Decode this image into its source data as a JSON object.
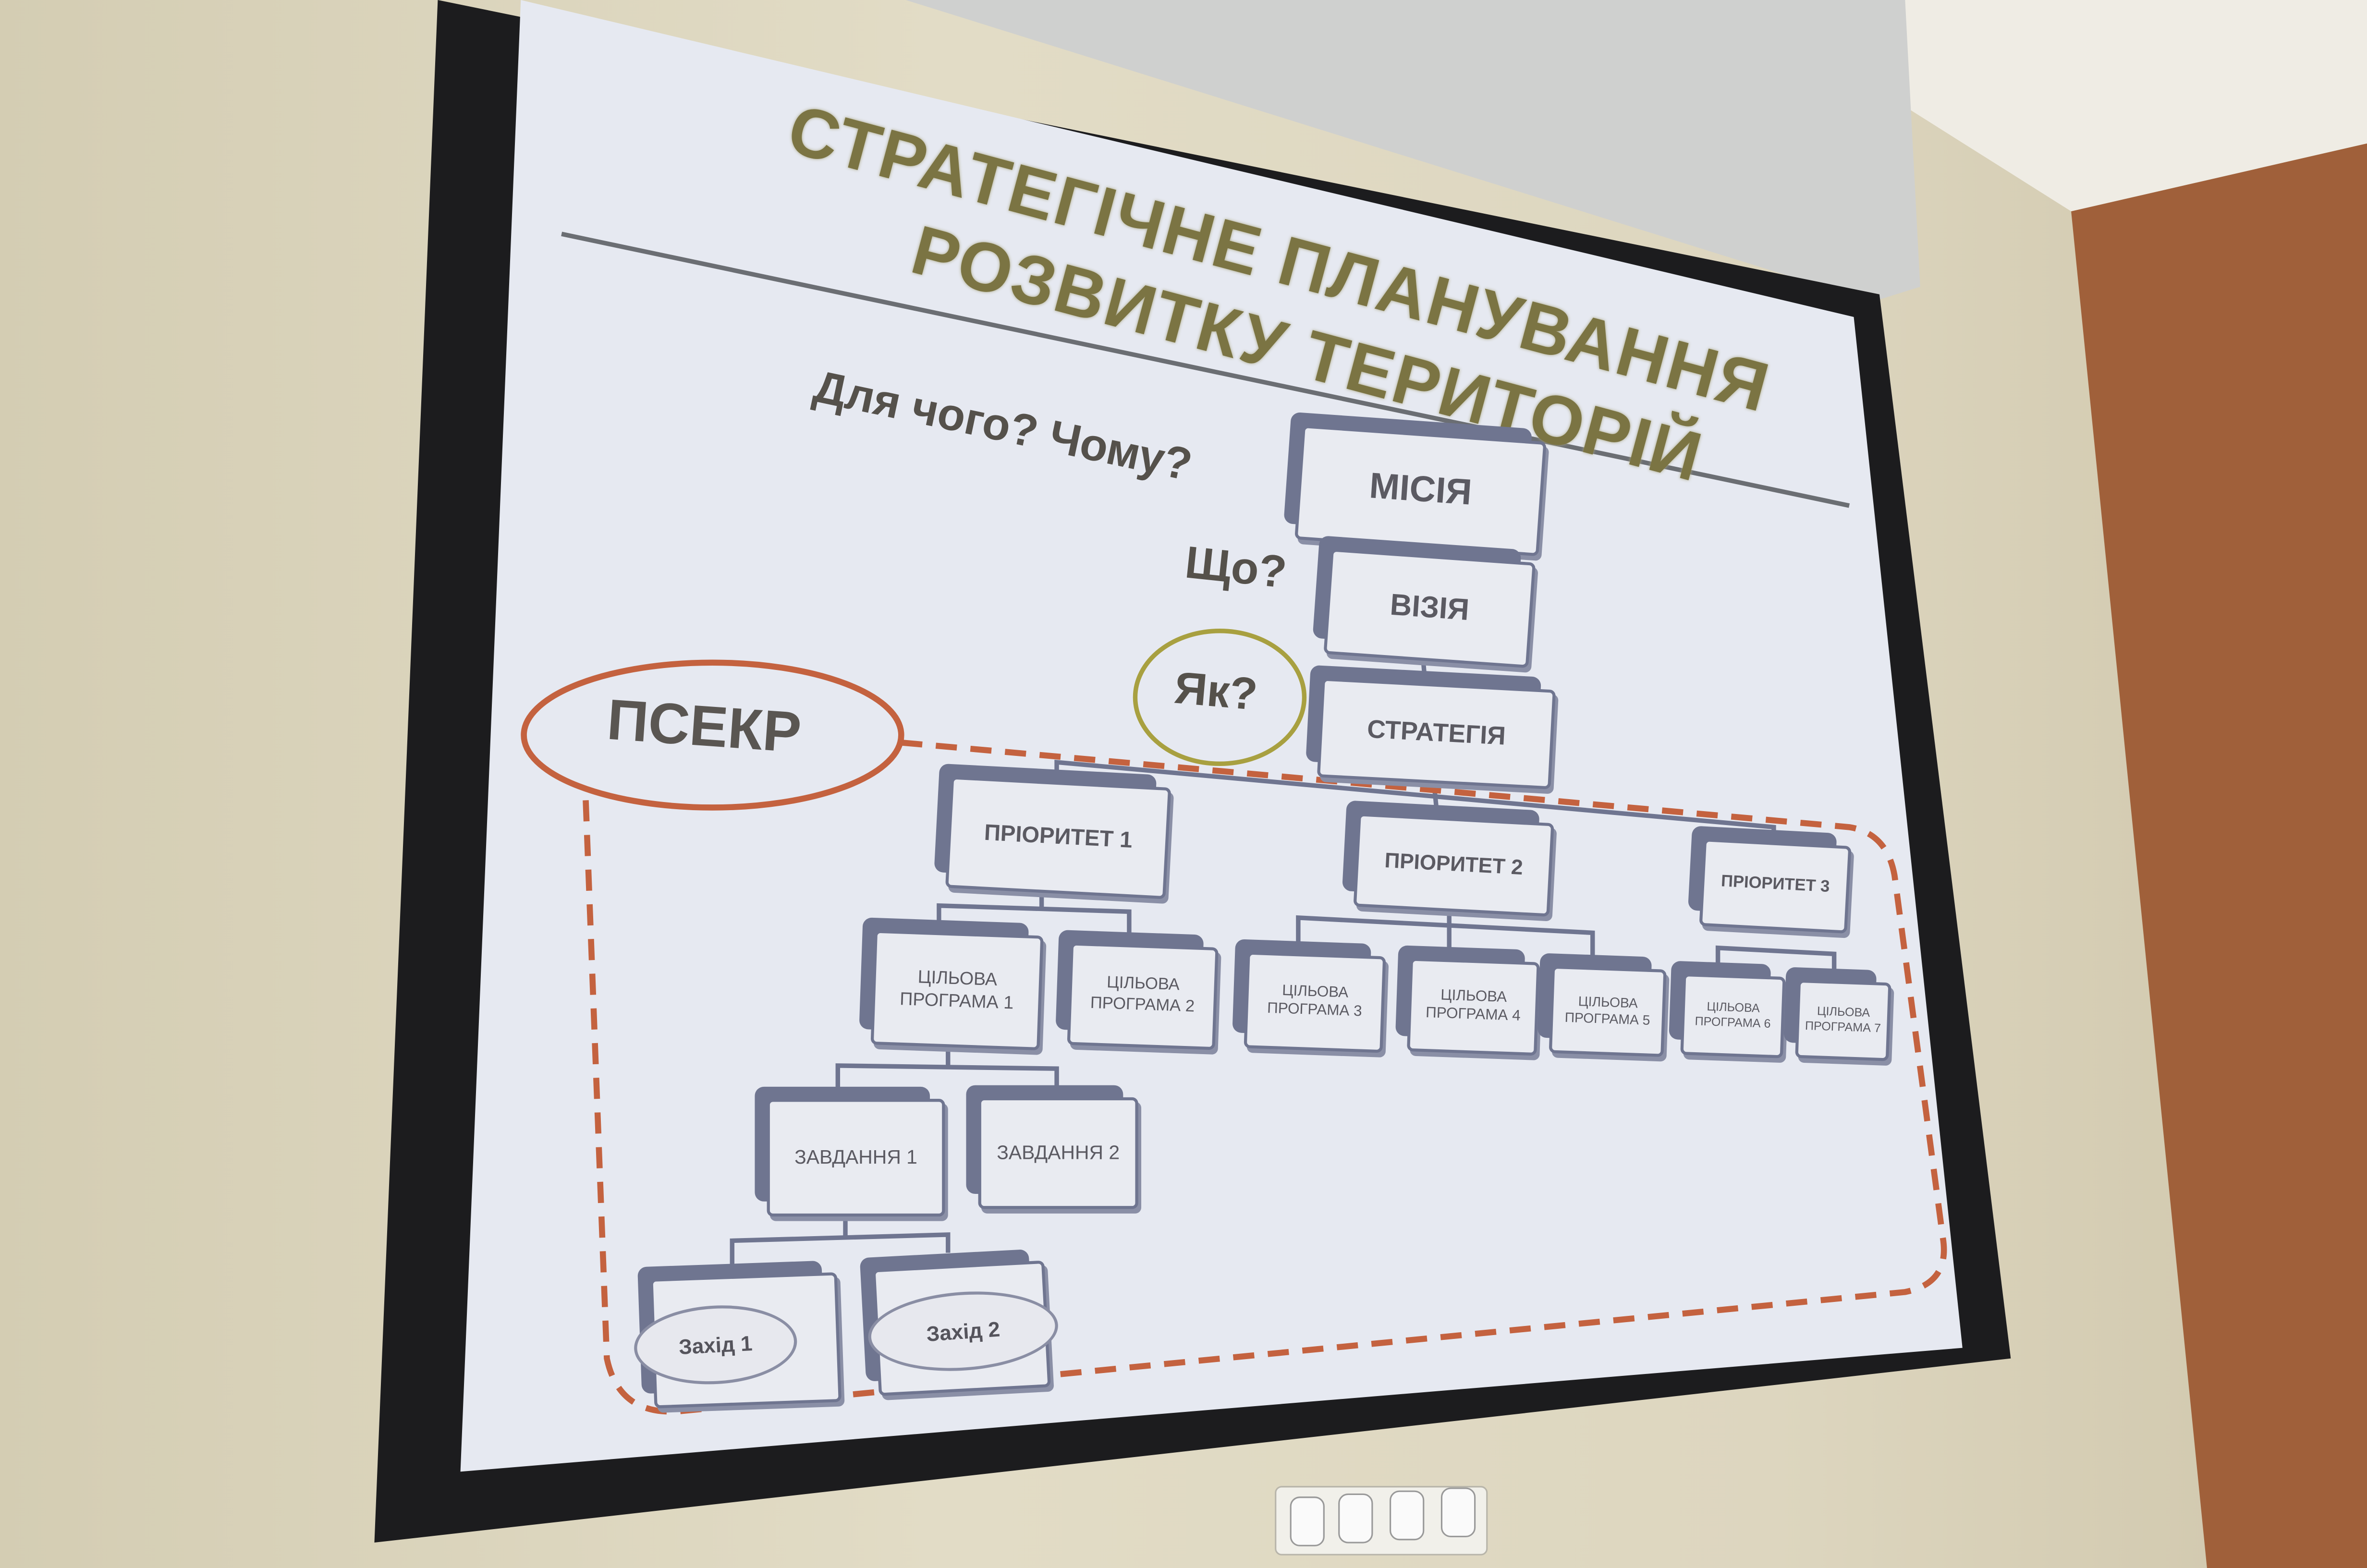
{
  "slide": {
    "title_line1": "СТРАТЕГІЧНЕ ПЛАНУВАННЯ",
    "title_line2": "РОЗВИТКУ ТЕРИТОРІЙ",
    "q_why": "Для чого? Чому?",
    "q_what": "Що?",
    "q_how": "Як?",
    "psekr": "ПСЕКР",
    "mission": "МІСІЯ",
    "vision": "ВІЗІЯ",
    "strategy": "СТРАТЕГІЯ",
    "priorities": [
      "ПРІОРИТЕТ 1",
      "ПРІОРИТЕТ 2",
      "ПРІОРИТЕТ 3"
    ],
    "programs": [
      "ЦІЛЬОВА ПРОГРАМА 1",
      "ЦІЛЬОВА ПРОГРАМА 2",
      "ЦІЛЬОВА ПРОГРАМА 3",
      "ЦІЛЬОВА ПРОГРАМА 4",
      "ЦІЛЬОВА ПРОГРАМА 5",
      "ЦІЛЬОВА ПРОГРАМА 6",
      "ЦІЛЬОВА ПРОГРАМА 7"
    ],
    "tasks": [
      "ЗАВДАННЯ 1",
      "ЗАВДАННЯ 2"
    ],
    "measures": [
      "Захід 1",
      "Захід 2"
    ]
  },
  "colors": {
    "title": "#7b7443",
    "psekr": "#c4623f",
    "how_circle": "#a8a040",
    "box_border": "#6f7590"
  }
}
